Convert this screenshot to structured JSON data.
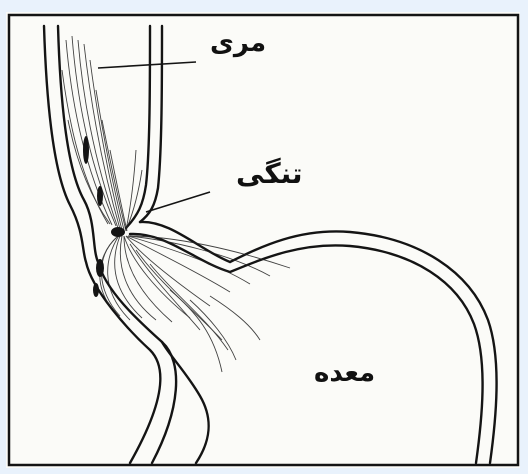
{
  "labels": {
    "esophagus": "مری",
    "stricture": "تنگی",
    "stomach": "معده"
  },
  "colors": {
    "ink": "#141414",
    "paper": "#fbfbf8",
    "background": "#e9f2fc"
  }
}
